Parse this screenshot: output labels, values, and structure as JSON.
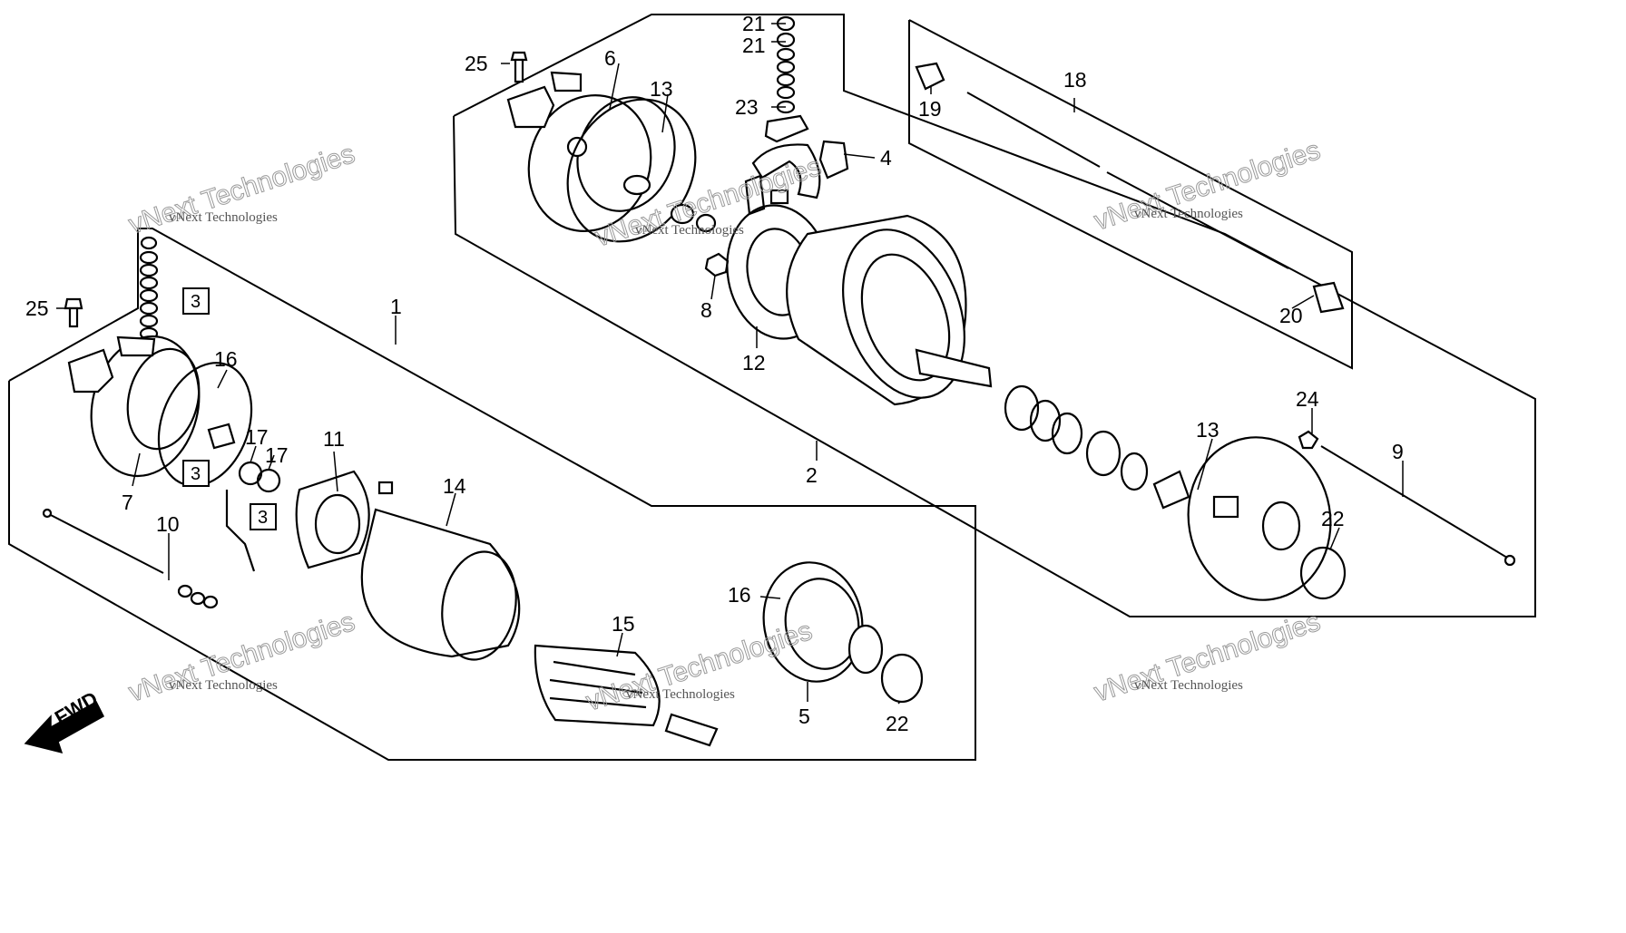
{
  "diagram": {
    "callouts": [
      {
        "id": "c25a",
        "text": "25"
      },
      {
        "id": "c6",
        "text": "6"
      },
      {
        "id": "c13a",
        "text": "13"
      },
      {
        "id": "c21a",
        "text": "21"
      },
      {
        "id": "c21b",
        "text": "21"
      },
      {
        "id": "c23",
        "text": "23"
      },
      {
        "id": "c4",
        "text": "4"
      },
      {
        "id": "c8",
        "text": "8"
      },
      {
        "id": "c12",
        "text": "12"
      },
      {
        "id": "c18",
        "text": "18"
      },
      {
        "id": "c19",
        "text": "19"
      },
      {
        "id": "c20",
        "text": "20"
      },
      {
        "id": "c24",
        "text": "24"
      },
      {
        "id": "c9",
        "text": "9"
      },
      {
        "id": "c13b",
        "text": "13"
      },
      {
        "id": "c22a",
        "text": "22"
      },
      {
        "id": "c2",
        "text": "2"
      },
      {
        "id": "c25b",
        "text": "25"
      },
      {
        "id": "c1",
        "text": "1"
      },
      {
        "id": "c16a",
        "text": "16"
      },
      {
        "id": "c17a",
        "text": "17"
      },
      {
        "id": "c17b",
        "text": "17"
      },
      {
        "id": "c11",
        "text": "11"
      },
      {
        "id": "c14",
        "text": "14"
      },
      {
        "id": "c7",
        "text": "7"
      },
      {
        "id": "c10",
        "text": "10"
      },
      {
        "id": "c15",
        "text": "15"
      },
      {
        "id": "c16b",
        "text": "16"
      },
      {
        "id": "c5",
        "text": "5"
      },
      {
        "id": "c22b",
        "text": "22"
      }
    ],
    "boxed_callouts": [
      {
        "id": "b3a",
        "text": "3"
      },
      {
        "id": "b3b",
        "text": "3"
      },
      {
        "id": "b3c",
        "text": "3"
      }
    ],
    "direction_marker": "FWD",
    "watermarks": [
      {
        "line1": "vNext Technologies",
        "line2": "vNext Technologies"
      },
      {
        "line1": "vNext Technologies",
        "line2": "vNext Technologies"
      },
      {
        "line1": "vNext Technologies",
        "line2": "vNext Technologies"
      },
      {
        "line1": "vNext Technologies",
        "line2": "vNext Technologies"
      },
      {
        "line1": "vNext Technologies",
        "line2": "vNext Technologies"
      },
      {
        "line1": "vNext Technologies",
        "line2": "vNext Technologies"
      }
    ]
  }
}
